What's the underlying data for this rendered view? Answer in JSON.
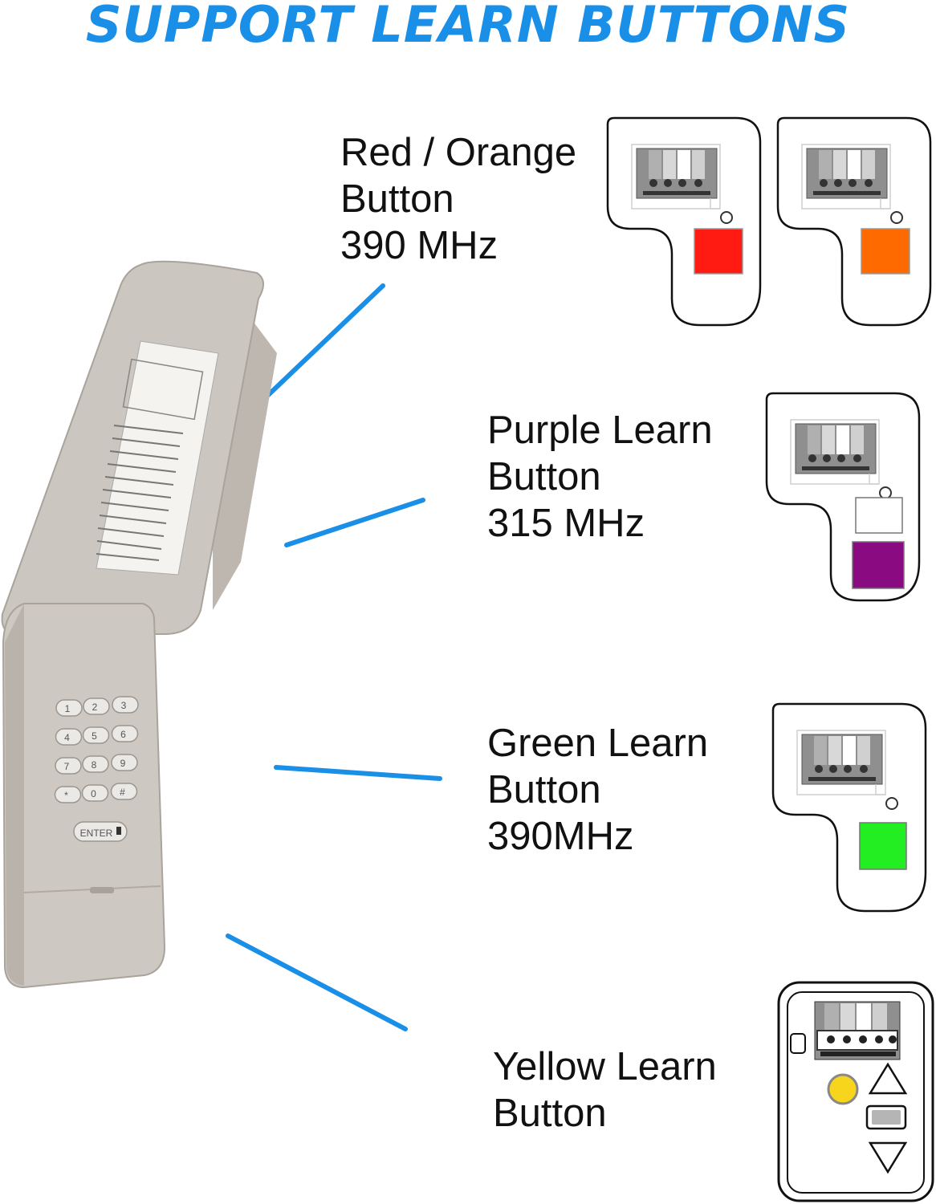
{
  "title": "SUPPORT LEARN BUTTONS",
  "colors": {
    "title": "#1a8fe8",
    "leader_line": "#1a8fe8",
    "red": "#ff1a12",
    "orange": "#ff6a00",
    "purple": "#8a0a82",
    "green": "#22ee22",
    "yellow": "#f7d51d",
    "keypad_body": "#cdc8c2"
  },
  "items": [
    {
      "line1": "Red / Orange",
      "line2": "Button",
      "line3": "390 MHz",
      "buttons": [
        "red",
        "orange"
      ]
    },
    {
      "line1": "Purple Learn",
      "line2": "Button",
      "line3": "315 MHz",
      "buttons": [
        "purple"
      ]
    },
    {
      "line1": "Green Learn",
      "line2": "Button",
      "line3": "390MHz",
      "buttons": [
        "green"
      ]
    },
    {
      "line1": "Yellow Learn",
      "line2": "Button",
      "buttons": [
        "yellow"
      ]
    }
  ],
  "keypad": {
    "keys": [
      "1",
      "2",
      "3",
      "4",
      "5",
      "6",
      "7",
      "8",
      "9",
      "*",
      "0",
      "#"
    ],
    "enter": "ENTER"
  }
}
